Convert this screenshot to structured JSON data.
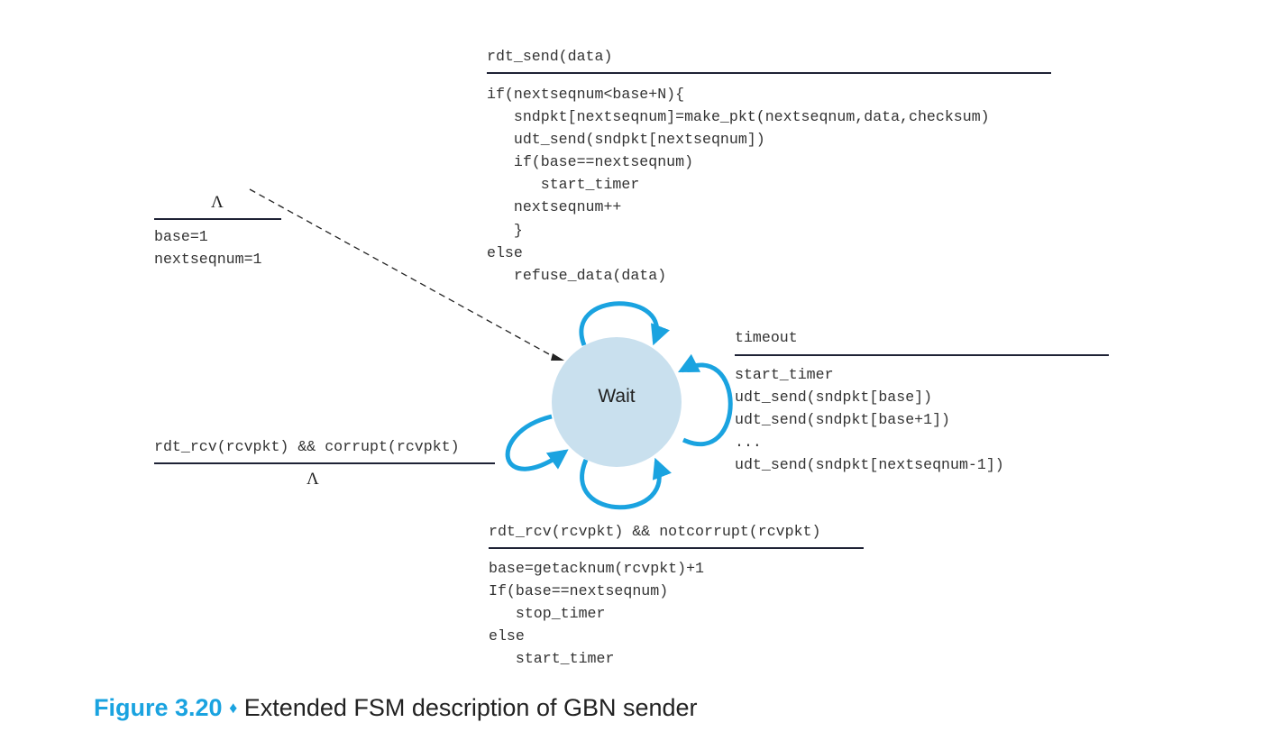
{
  "init": {
    "event": "Λ",
    "actions": [
      "base=1",
      "nextseqnum=1"
    ]
  },
  "send": {
    "event": "rdt_send(data)",
    "actions": [
      "if(nextseqnum<base+N){",
      "   sndpkt[nextseqnum]=make_pkt(nextseqnum,data,checksum)",
      "   udt_send(sndpkt[nextseqnum])",
      "   if(base==nextseqnum)",
      "      start_timer",
      "   nextseqnum++",
      "   }",
      "else",
      "   refuse_data(data)"
    ]
  },
  "timeout": {
    "event": "timeout",
    "actions": [
      "start_timer",
      "udt_send(sndpkt[base])",
      "udt_send(sndpkt[base+1])",
      "...",
      "udt_send(sndpkt[nextseqnum-1])"
    ]
  },
  "corrupt": {
    "event": "rdt_rcv(rcvpkt) && corrupt(rcvpkt)",
    "action": "Λ"
  },
  "ack": {
    "event": "rdt_rcv(rcvpkt) && notcorrupt(rcvpkt)",
    "actions": [
      "base=getacknum(rcvpkt)+1",
      "If(base==nextseqnum)",
      "   stop_timer",
      "else",
      "   start_timer"
    ]
  },
  "state": {
    "label": "Wait"
  },
  "colors": {
    "accent": "#1aa3e0",
    "state_fill": "#c9e0ee",
    "rule": "#1e2235"
  },
  "caption": {
    "figure": "Figure 3.20",
    "separator": "♦",
    "text": "Extended FSM description of GBN sender"
  }
}
